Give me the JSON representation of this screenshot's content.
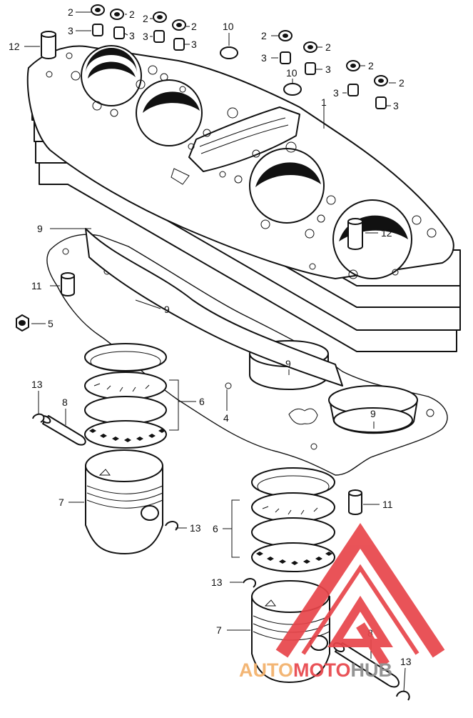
{
  "diagram": {
    "callouts": [
      {
        "id": "c2a",
        "text": "2"
      },
      {
        "id": "c3a",
        "text": "3"
      },
      {
        "id": "c2b",
        "text": "2"
      },
      {
        "id": "c3b",
        "text": "3"
      },
      {
        "id": "c2c",
        "text": "2"
      },
      {
        "id": "c3c",
        "text": "3"
      },
      {
        "id": "c2d",
        "text": "2"
      },
      {
        "id": "c3d",
        "text": "3"
      },
      {
        "id": "c12a",
        "text": "12"
      },
      {
        "id": "c10a",
        "text": "10"
      },
      {
        "id": "c2e",
        "text": "2"
      },
      {
        "id": "c3e",
        "text": "3"
      },
      {
        "id": "c2f",
        "text": "2"
      },
      {
        "id": "c10b",
        "text": "10"
      },
      {
        "id": "c3f",
        "text": "3"
      },
      {
        "id": "c2g",
        "text": "2"
      },
      {
        "id": "c2h",
        "text": "2"
      },
      {
        "id": "c3g",
        "text": "3"
      },
      {
        "id": "c3h",
        "text": "3"
      },
      {
        "id": "c1",
        "text": "1"
      },
      {
        "id": "c9a",
        "text": "9"
      },
      {
        "id": "c12b",
        "text": "12"
      },
      {
        "id": "c11a",
        "text": "11"
      },
      {
        "id": "c9b",
        "text": "9"
      },
      {
        "id": "c5",
        "text": "5"
      },
      {
        "id": "c9c",
        "text": "9"
      },
      {
        "id": "c13a",
        "text": "13"
      },
      {
        "id": "c6a",
        "text": "6"
      },
      {
        "id": "c8a",
        "text": "8"
      },
      {
        "id": "c4",
        "text": "4"
      },
      {
        "id": "c9d",
        "text": "9"
      },
      {
        "id": "c7a",
        "text": "7"
      },
      {
        "id": "c13b",
        "text": "13"
      },
      {
        "id": "c11b",
        "text": "11"
      },
      {
        "id": "c6b",
        "text": "6"
      },
      {
        "id": "c13c",
        "text": "13"
      },
      {
        "id": "c7b",
        "text": "7"
      },
      {
        "id": "c8b",
        "text": "8"
      },
      {
        "id": "c13d",
        "text": "13"
      }
    ]
  },
  "watermark": {
    "part1": "AUTO",
    "part2": "MOTO",
    "part3": "HUB",
    "color_orange": "#f3b06a",
    "color_red": "#e8454a",
    "color_gray": "#8c8c8c"
  }
}
